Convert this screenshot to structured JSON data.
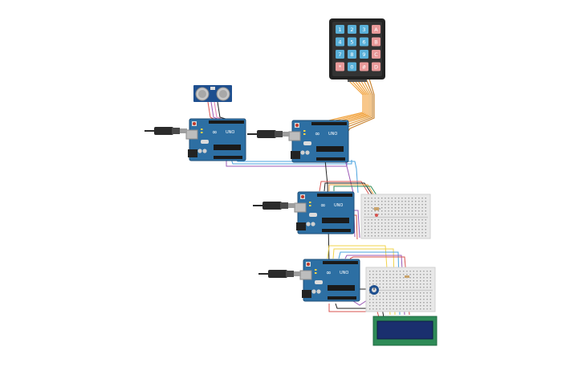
{
  "colors": {
    "board": "#2d6fa3",
    "board_dark": "#1f4f78",
    "cable": "#2b2b2b",
    "keypad_body": "#222222",
    "keypad_digit": "#5ab0d9",
    "keypad_letter": "#e89a9a",
    "breadboard": "#e8e8e8",
    "lcd_body": "#2e8b57",
    "lcd_screen": "#1a2f6e",
    "wire_orange": "#f2a23c",
    "wire_red": "#d9534f",
    "wire_purple": "#9b59b6",
    "wire_blue": "#4aa3df",
    "wire_yellow": "#f1d34a",
    "wire_black": "#222222",
    "wire_pink": "#e67fb0"
  },
  "keypad": {
    "keys": [
      [
        "1",
        "2",
        "3",
        "A"
      ],
      [
        "4",
        "5",
        "6",
        "B"
      ],
      [
        "7",
        "8",
        "9",
        "C"
      ],
      [
        "*",
        "0",
        "#",
        "D"
      ]
    ]
  },
  "boards": [
    {
      "label": "UNO",
      "logo": "∞"
    },
    {
      "label": "UNO",
      "logo": "∞"
    },
    {
      "label": "UNO",
      "logo": "∞"
    },
    {
      "label": "UNO",
      "logo": "∞"
    }
  ],
  "icons": {
    "ultrasonic": "ultrasonic-sensor-icon",
    "potentiometer": "potentiometer-icon"
  }
}
